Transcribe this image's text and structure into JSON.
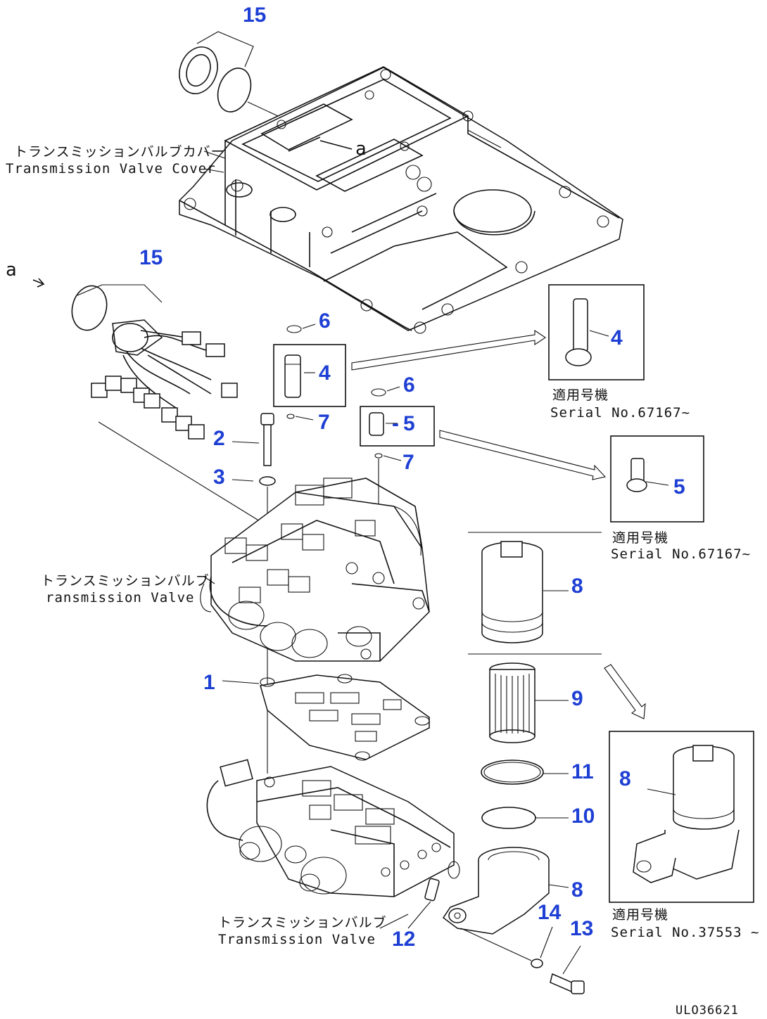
{
  "drawing_id": "ULO36621",
  "colors": {
    "callout": "#1e3fd4",
    "line": "#111111",
    "background": "#ffffff"
  },
  "captions": {
    "cover_jp": "トランスミッションバルブカバー",
    "cover_en": "Transmission Valve Cover",
    "valve_upper_jp": "トランスミッションバルブ",
    "valve_upper_en": "ransmission Valve",
    "valve_lower_jp": "トランスミッションバルブ",
    "valve_lower_en": "Transmission Valve"
  },
  "view_marks": {
    "a_left": "a",
    "a_cover": "a"
  },
  "serial_notes": {
    "part4_jp": "適用号機",
    "part4_en": "Serial No.67167~",
    "part5_jp": "適用号機",
    "part5_en": "Serial No.67167~",
    "part8_jp": "適用号機",
    "part8_en": "Serial No.37553 ~"
  },
  "callouts": {
    "c15_top": "15",
    "c15_left": "15",
    "c6_a": "6",
    "c4_main": "4",
    "c4_detail": "4",
    "c7_a": "7",
    "c6_b": "6",
    "c5_main": "5",
    "c5_detail": "5",
    "c2": "2",
    "c7_b": "7",
    "c3": "3",
    "c8_top": "8",
    "c1": "1",
    "c9": "9",
    "c11": "11",
    "c10": "10",
    "c8_detail": "8",
    "c8_bottom": "8",
    "c14": "14",
    "c13": "13",
    "c12": "12"
  }
}
